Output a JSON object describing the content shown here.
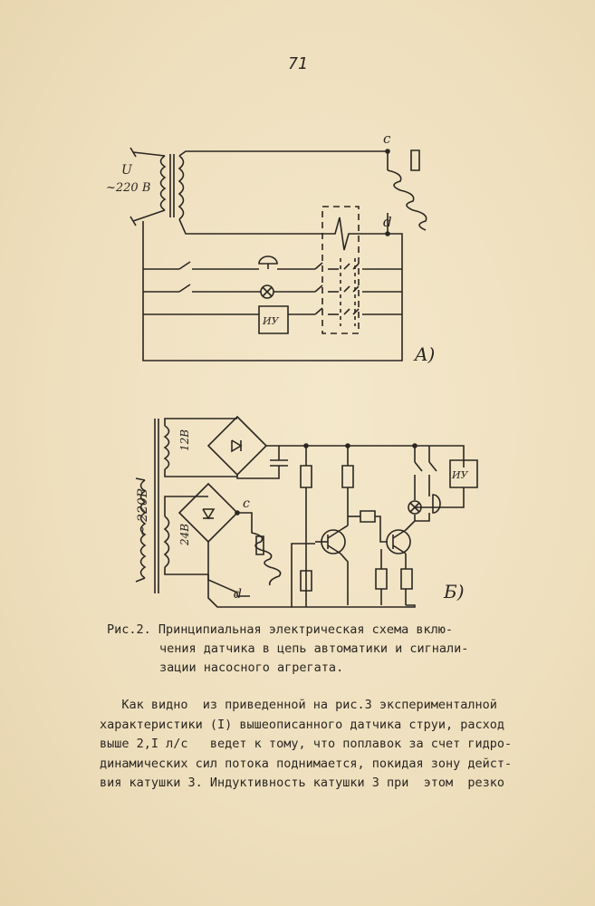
{
  "page_number": "71",
  "diagram_a": {
    "supply_label_line1": "U",
    "supply_label_line2": "~220 B",
    "node_c": "c",
    "node_d": "d",
    "control_unit": "ИУ",
    "panel_label": "A)"
  },
  "diagram_b": {
    "winding_12": "12В",
    "winding_24": "24В",
    "supply_label": "~ 220В",
    "node_c": "c",
    "node_d": "d",
    "control_unit": "ИУ",
    "panel_label": "Б)"
  },
  "caption": {
    "line1": "Рис.2. Принципиальная электрическая схема вклю-",
    "line2": "чения датчика в цепь автоматики и сигнали-",
    "line3": "зации насосного агрегата."
  },
  "paragraph": {
    "line1": "   Как видно  из приведенной на рис.3 эксперименталной",
    "line2": "характеристики (I) вышеописанного датчика струи, расход",
    "line3": "выше 2,I л/с   ведет к тому, что поплавок за счет гидро-",
    "line4": "динамических сил потока поднимается, покидая зону дейст-",
    "line5": "вия катушки 3. Индуктивность катушки 3 при  этом  резко"
  }
}
